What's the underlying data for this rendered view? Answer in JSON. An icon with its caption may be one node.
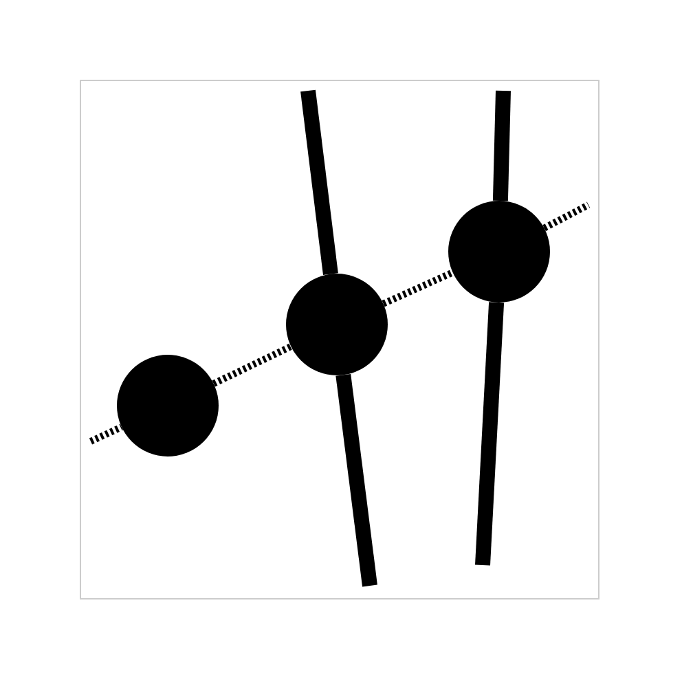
{
  "diagram": {
    "nodes": [
      {
        "text": [],
        "shape": "circle"
      },
      {
        "text": [],
        "shape": "circle"
      },
      {
        "text": [],
        "shape": "circle"
      }
    ],
    "edges": [
      {
        "from": null,
        "to": 0,
        "arrow": "none",
        "style": "dashed"
      },
      {
        "from": 0,
        "to": 1,
        "arrow": "none",
        "style": "dashed"
      },
      {
        "from": 1,
        "to": 2,
        "arrow": "none",
        "style": "dashed"
      },
      {
        "from": 2,
        "to": null,
        "arrow": "none",
        "style": "dashed"
      },
      {
        "from": null,
        "to": 1,
        "arrow": "none",
        "style": "thick"
      },
      {
        "from": 1,
        "to": null,
        "arrow": "none",
        "style": "thick"
      },
      {
        "from": null,
        "to": 2,
        "arrow": "none",
        "style": "thick"
      },
      {
        "from": 2,
        "to": null,
        "arrow": "none",
        "style": "thick"
      }
    ]
  }
}
